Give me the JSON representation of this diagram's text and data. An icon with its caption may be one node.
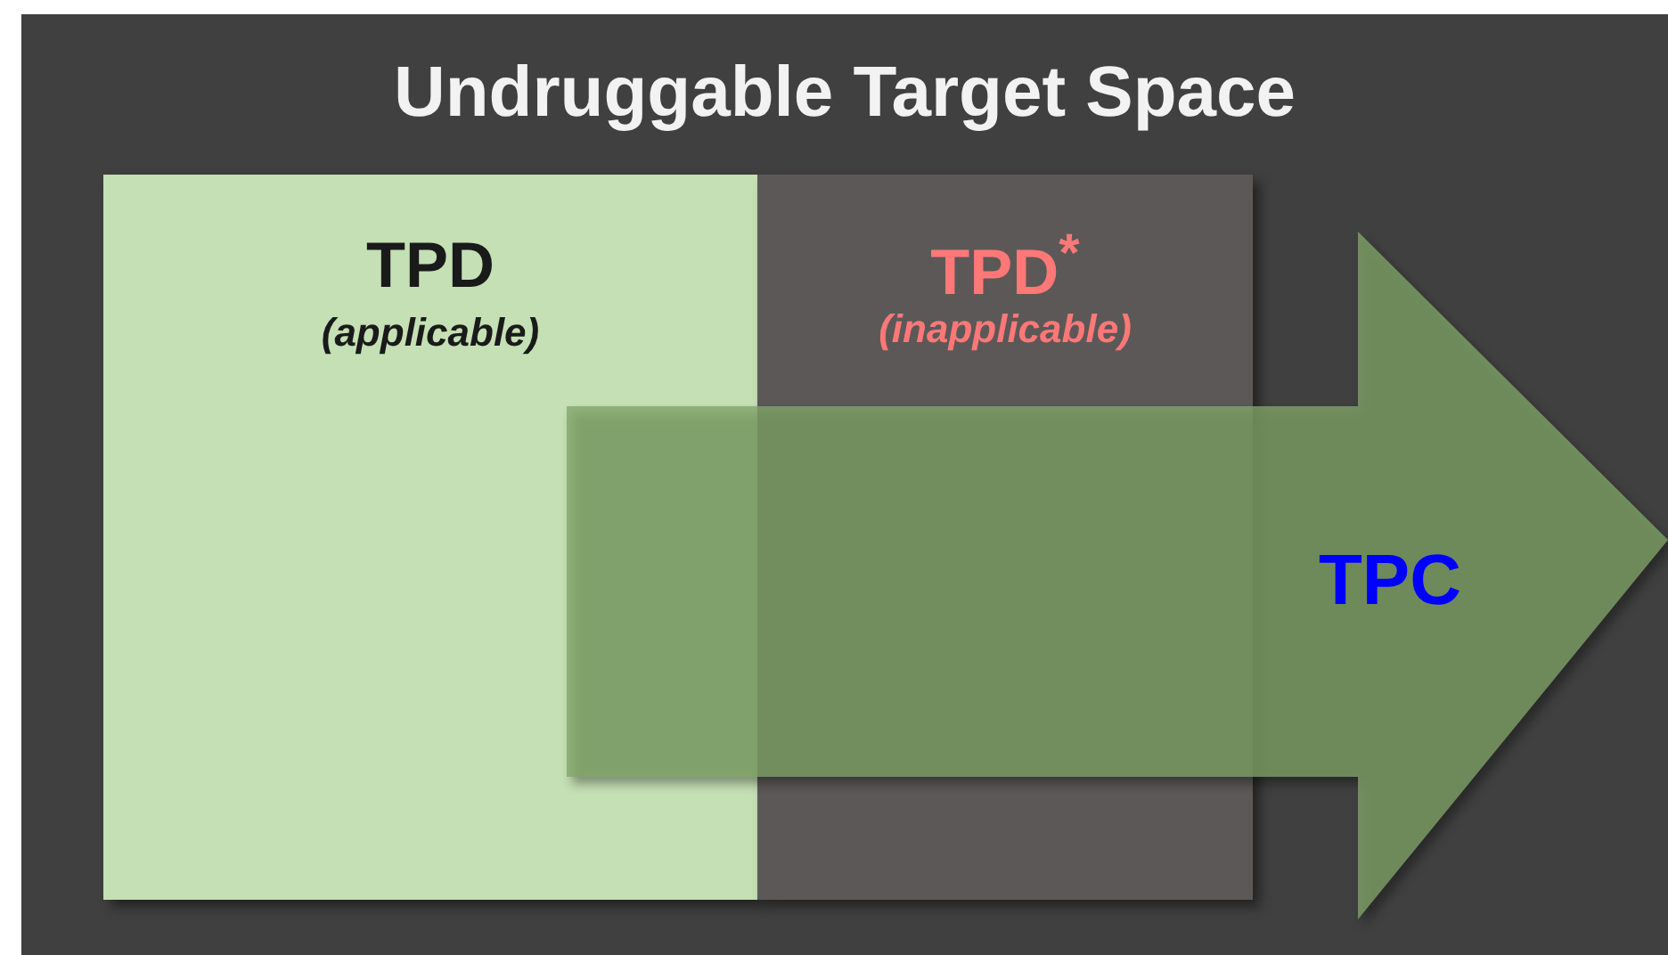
{
  "diagram": {
    "nodes": [
      {
        "text": [
          "Undruggable Target Space"
        ]
      },
      {
        "text": [
          "TPD",
          "(applicable)"
        ],
        "in": 0
      },
      {
        "text": [
          "TPD$^{*}$",
          "(inapplicable)"
        ],
        "in": 0
      },
      {
        "text": [
          "TPC"
        ],
        "in": 0
      }
    ]
  }
}
